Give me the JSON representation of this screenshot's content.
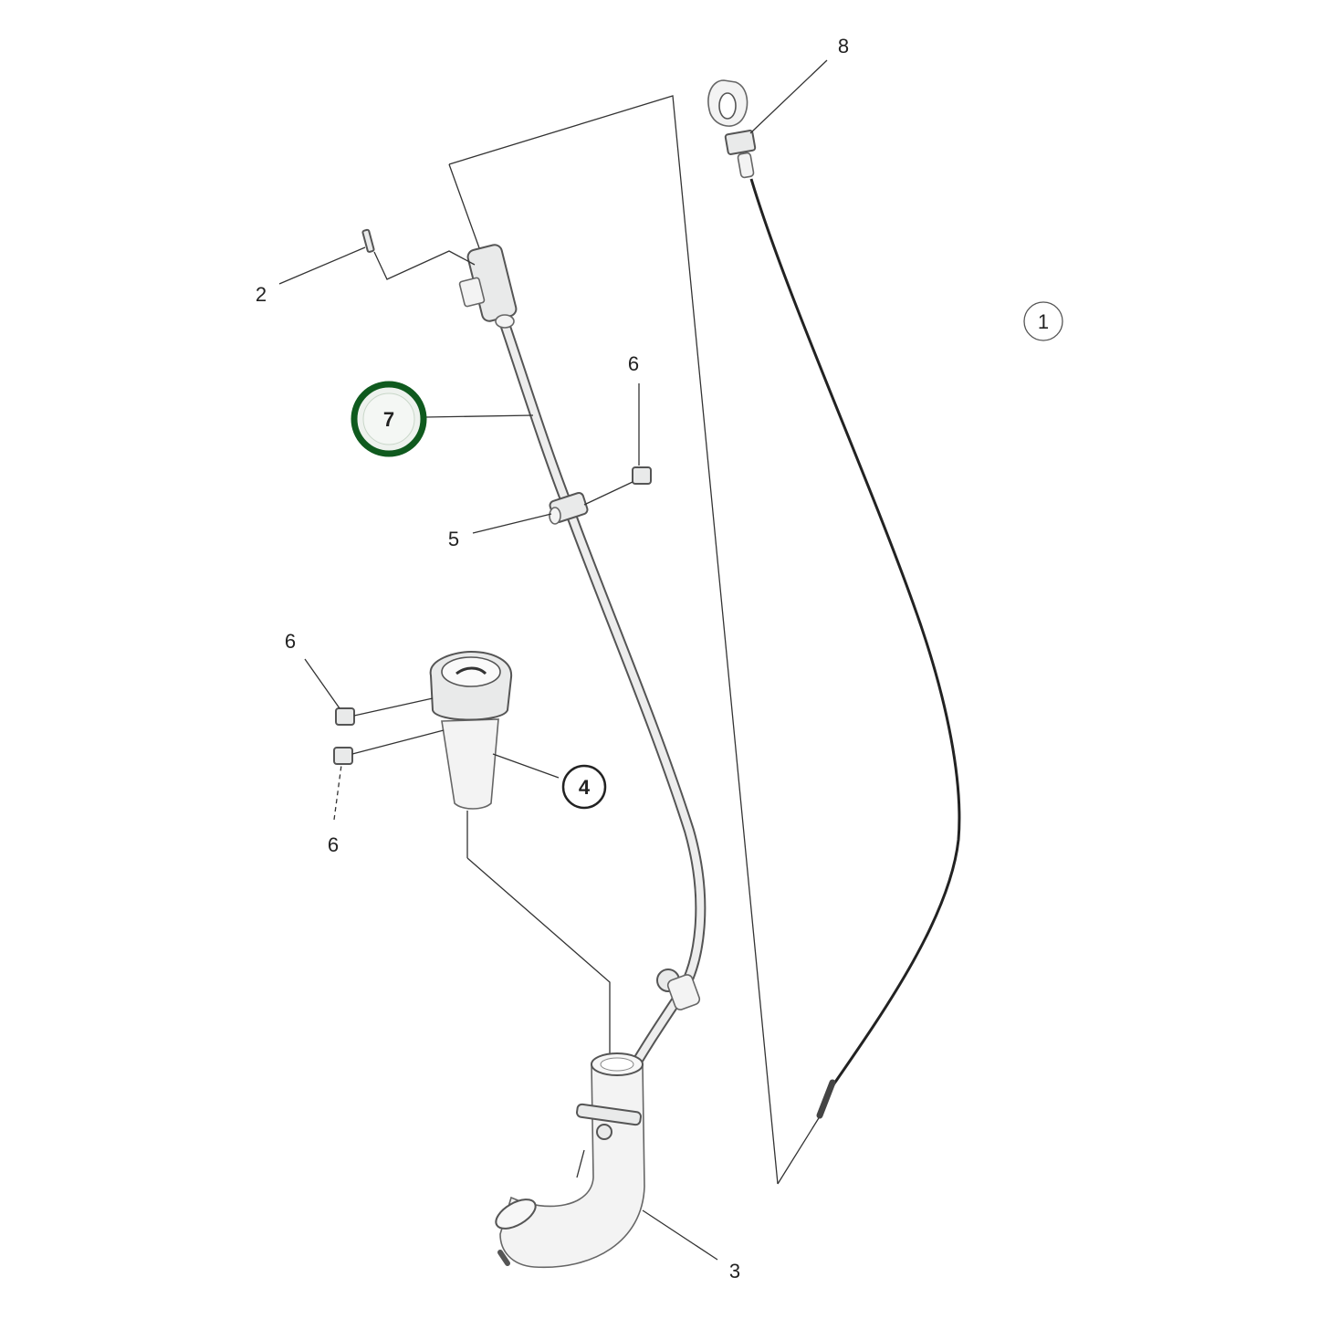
{
  "diagram": {
    "callouts": {
      "c1": "1",
      "c2": "2",
      "c3": "3",
      "c4": "4",
      "c5": "5",
      "c6_top": "6",
      "c6_mid": "6",
      "c6_bottom": "6",
      "c7": "7",
      "c8": "8"
    },
    "highlight_color": "#0f5a1e"
  }
}
